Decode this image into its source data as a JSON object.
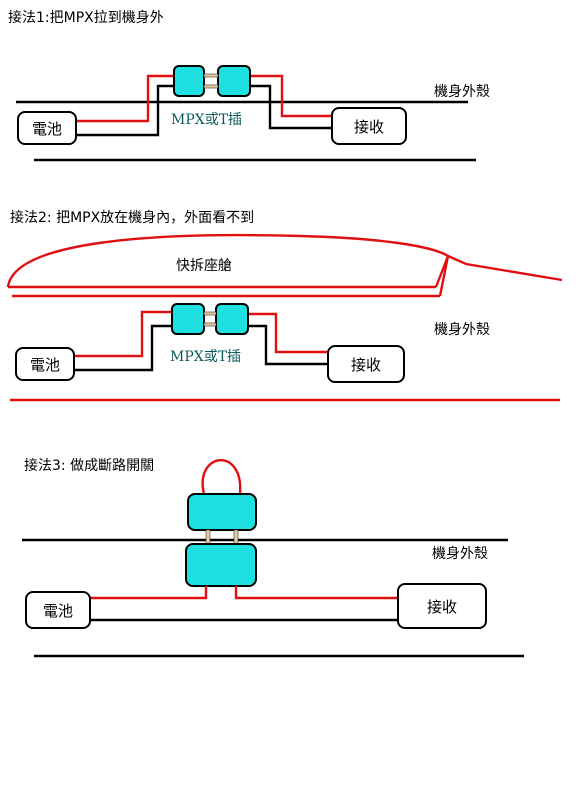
{
  "method1": {
    "heading": "接法1:把MPX拉到機身外",
    "hull_label": "機身外殼",
    "battery": "電池",
    "receiver": "接收",
    "connector": "MPX或T插"
  },
  "method2": {
    "heading": "接法2: 把MPX放在機身內，外面看不到",
    "canopy": "快拆座艙",
    "hull_label": "機身外殼",
    "battery": "電池",
    "receiver": "接收",
    "connector": "MPX或T插"
  },
  "method3": {
    "heading": "接法3: 做成斷路開關",
    "hull_label": "機身外殼",
    "battery": "電池",
    "receiver": "接收"
  },
  "colors": {
    "positive_wire": "#e01010",
    "negative_wire": "#000000",
    "connector_fill": "#1fe0e0",
    "connector_text": "#0b5a5a"
  }
}
